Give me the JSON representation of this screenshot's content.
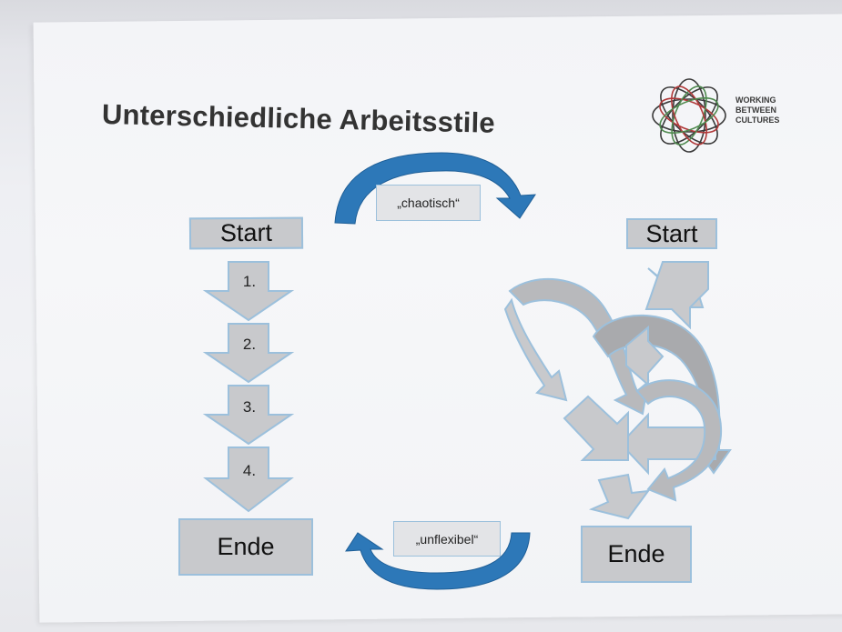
{
  "title": "Unterschiedliche Arbeitsstile",
  "logo": {
    "lines": [
      "WORKING",
      "BETWEEN",
      "CULTURES"
    ],
    "icon": "interlaced-rings-logo-icon",
    "colors": [
      "#3a3a3a",
      "#b03a3a",
      "#4f8a4f"
    ]
  },
  "left_flow": {
    "start": "Start",
    "steps": [
      "1.",
      "2.",
      "3.",
      "4."
    ],
    "end": "Ende"
  },
  "right_flow": {
    "start": "Start",
    "end": "Ende"
  },
  "labels": {
    "chaotic": "„chaotisch“",
    "inflexible": "„unflexibel“"
  },
  "colors": {
    "box_fill": "#c8c9cc",
    "box_border": "#9cc0dc",
    "curved_arrow": "#2d78b8"
  }
}
